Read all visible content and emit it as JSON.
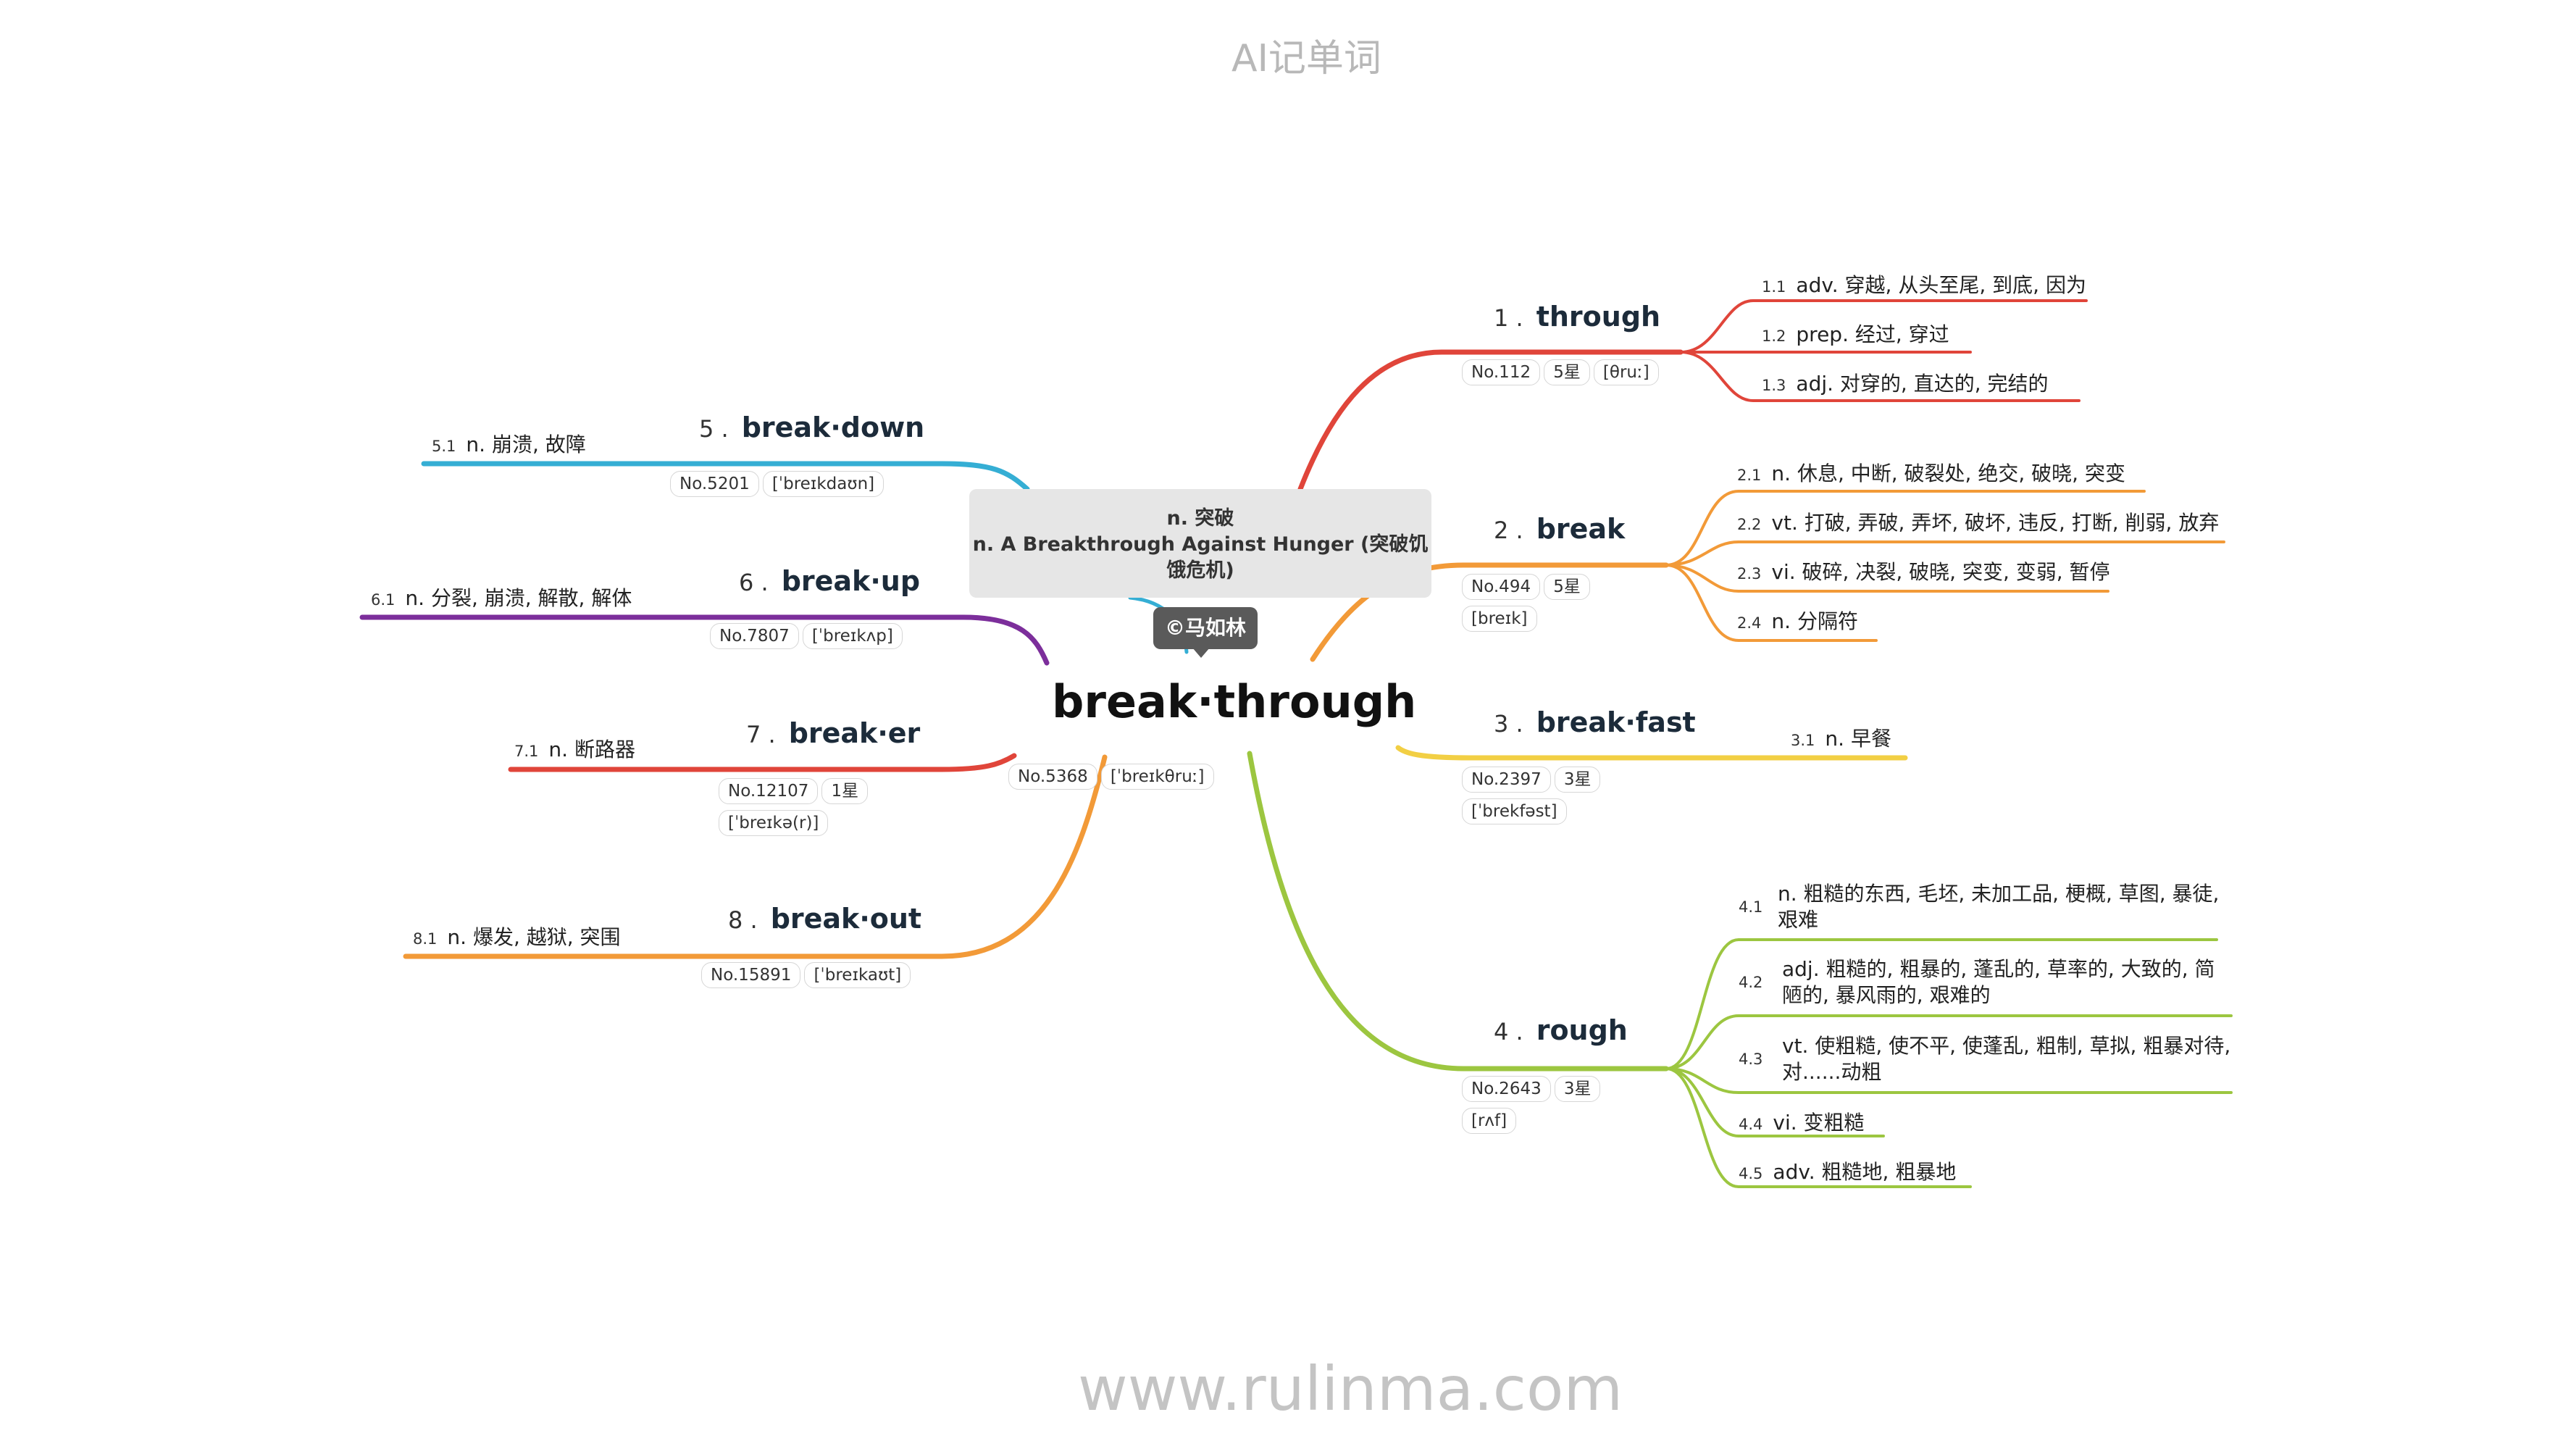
{
  "header": "AI记单词",
  "footer": "www.rulinma.com",
  "center": {
    "word": "break·through",
    "no": "No.5368",
    "phonetic": "[ˈbreɪkθruː]",
    "note_lines": [
      "n. 突破",
      "n. A Breakthrough Against Hunger (突破饥饿危机)"
    ],
    "author": "©马如林"
  },
  "colors": {
    "b1": "#e0453a",
    "b2": "#f29a38",
    "b3": "#f2cf44",
    "b4": "#9cc640",
    "b5": "#35aed4",
    "b6": "#7c2e9b",
    "b7": "#e0453a",
    "b8": "#f29a38"
  },
  "branches": [
    {
      "num": "1 .",
      "word": "through",
      "chips": [
        "No.112",
        "5星",
        "[θruː]"
      ],
      "defs": [
        {
          "n": "1.1",
          "t": "adv. 穿越, 从头至尾, 到底, 因为"
        },
        {
          "n": "1.2",
          "t": "prep. 经过, 穿过"
        },
        {
          "n": "1.3",
          "t": "adj. 对穿的, 直达的, 完结的"
        }
      ]
    },
    {
      "num": "2 .",
      "word": "break",
      "chips": [
        "No.494",
        "5星",
        "[breɪk]"
      ],
      "defs": [
        {
          "n": "2.1",
          "t": "n. 休息, 中断, 破裂处, 绝交, 破晓, 突变"
        },
        {
          "n": "2.2",
          "t": "vt. 打破, 弄破, 弄坏, 破坏, 违反, 打断, 削弱, 放弃"
        },
        {
          "n": "2.3",
          "t": "vi. 破碎, 决裂, 破晓, 突变, 变弱, 暂停"
        },
        {
          "n": "2.4",
          "t": "n. 分隔符"
        }
      ]
    },
    {
      "num": "3 .",
      "word": "break·fast",
      "chips": [
        "No.2397",
        "3星",
        "[ˈbrekfəst]"
      ],
      "defs": [
        {
          "n": "3.1",
          "t": "n. 早餐"
        }
      ]
    },
    {
      "num": "4 .",
      "word": "rough",
      "chips": [
        "No.2643",
        "3星",
        "[rʌf]"
      ],
      "defs": [
        {
          "n": "4.1",
          "t": "n. 粗糙的东西, 毛坯, 未加工品, 梗概, 草图, 暴徒, 艰难"
        },
        {
          "n": "4.2",
          "t": "adj. 粗糙的, 粗暴的, 蓬乱的, 草率的, 大致的, 简陋的, 暴风雨的, 艰难的"
        },
        {
          "n": "4.3",
          "t": "vt. 使粗糙, 使不平, 使蓬乱, 粗制, 草拟, 粗暴对待, 对......动粗"
        },
        {
          "n": "4.4",
          "t": "vi. 变粗糙"
        },
        {
          "n": "4.5",
          "t": "adv. 粗糙地, 粗暴地"
        }
      ]
    },
    {
      "num": "5 .",
      "word": "break·down",
      "chips": [
        "No.5201",
        "[ˈbreɪkdaʊn]"
      ],
      "defs": [
        {
          "n": "5.1",
          "t": "n. 崩溃, 故障"
        }
      ]
    },
    {
      "num": "6 .",
      "word": "break·up",
      "chips": [
        "No.7807",
        "[ˈbreɪkʌp]"
      ],
      "defs": [
        {
          "n": "6.1",
          "t": "n. 分裂, 崩溃, 解散, 解体"
        }
      ]
    },
    {
      "num": "7 .",
      "word": "break·er",
      "chips": [
        "No.12107",
        "1星",
        "[ˈbreɪkə(r)]"
      ],
      "defs": [
        {
          "n": "7.1",
          "t": "n. 断路器"
        }
      ]
    },
    {
      "num": "8 .",
      "word": "break·out",
      "chips": [
        "No.15891",
        "[ˈbreɪkaʊt]"
      ],
      "defs": [
        {
          "n": "8.1",
          "t": "n. 爆发, 越狱, 突围"
        }
      ]
    }
  ]
}
